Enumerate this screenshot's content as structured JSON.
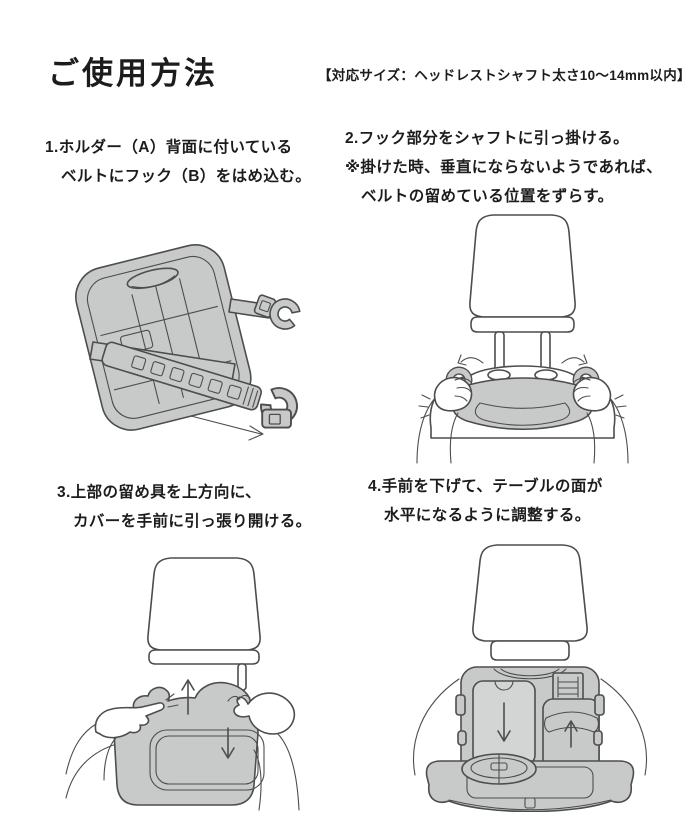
{
  "colors": {
    "text": "#1c1c1c",
    "illustration_line": "#4d4d4d",
    "illustration_gray": "#c8cac9",
    "background": "#ffffff"
  },
  "header": {
    "title": "ご使用方法",
    "size_note": "【対応サイズ：ヘッドレストシャフト太さ10〜14mm以内】"
  },
  "steps": [
    {
      "number": 1,
      "illustration": "holder-back-belt-and-hook",
      "lines": [
        {
          "text": "1.ホルダー（A）背面に付いている",
          "indent": 0
        },
        {
          "text": "ベルトにフック（B）をはめ込む。",
          "indent": 1
        }
      ]
    },
    {
      "number": 2,
      "illustration": "hook-onto-headrest-shaft",
      "lines": [
        {
          "text": "2.フック部分をシャフトに引っ掛ける。",
          "indent": 0
        },
        {
          "text": "※掛けた時、垂直にならないようであれば、",
          "indent": 0
        },
        {
          "text": "ベルトの留めている位置をずらす。",
          "indent": 1
        }
      ]
    },
    {
      "number": 3,
      "illustration": "pull-open-cover",
      "lines": [
        {
          "text": "3.上部の留め具を上方向に、",
          "indent": 0
        },
        {
          "text": "カバーを手前に引っ張り開ける。",
          "indent": 1
        }
      ]
    },
    {
      "number": 4,
      "illustration": "level-the-table",
      "lines": [
        {
          "text": "4.手前を下げて、テーブルの面が",
          "indent": 0
        },
        {
          "text": "水平になるように調整する。",
          "indent": 1
        }
      ]
    }
  ]
}
